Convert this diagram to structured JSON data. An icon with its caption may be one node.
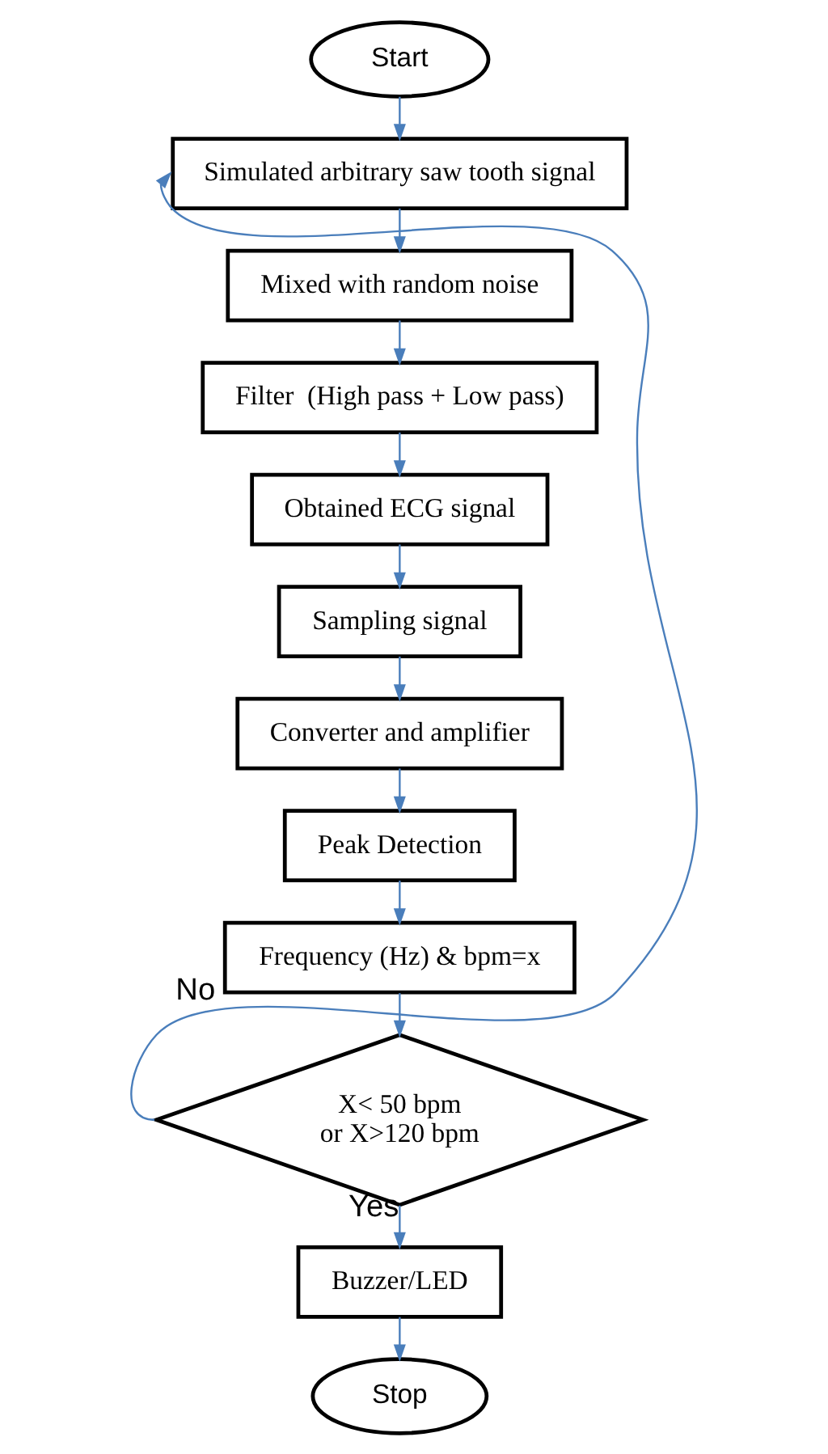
{
  "diagram": {
    "nodes": [
      {
        "text": [
          "Start"
        ]
      },
      {
        "text": [
          "Simulated arbitrary saw tooth signal"
        ]
      },
      {
        "text": [
          "Mixed with random noise"
        ]
      },
      {
        "text": [
          "Filter  (High pass + Low pass)"
        ]
      },
      {
        "text": [
          "Obtained ECG signal"
        ]
      },
      {
        "text": [
          "Sampling signal"
        ]
      },
      {
        "text": [
          "Converter and amplifier"
        ]
      },
      {
        "text": [
          "Peak Detection"
        ]
      },
      {
        "text": [
          "Frequency (Hz) & bpm=x"
        ]
      },
      {
        "text": [
          "X< 50 bpm or X>120 bpm"
        ]
      },
      {
        "text": [
          "Buzzer/LED"
        ]
      },
      {
        "text": [
          "Stop"
        ]
      }
    ],
    "edges": [
      {
        "from": 0,
        "to": 1,
        "arrow": "to"
      },
      {
        "from": 1,
        "to": 2,
        "arrow": "to"
      },
      {
        "from": 2,
        "to": 3,
        "arrow": "to"
      },
      {
        "from": 3,
        "to": 4,
        "arrow": "to"
      },
      {
        "from": 4,
        "to": 5,
        "arrow": "to"
      },
      {
        "from": 5,
        "to": 6,
        "arrow": "to"
      },
      {
        "from": 6,
        "to": 7,
        "arrow": "to"
      },
      {
        "from": 7,
        "to": 8,
        "arrow": "to"
      },
      {
        "from": 8,
        "to": 9,
        "arrow": "to"
      },
      {
        "from": 9,
        "to": 1,
        "label": "No",
        "arrow": "to"
      },
      {
        "from": 9,
        "to": 10,
        "label": "Yes",
        "arrow": "to"
      },
      {
        "from": 10,
        "to": 11,
        "arrow": "to"
      }
    ]
  }
}
